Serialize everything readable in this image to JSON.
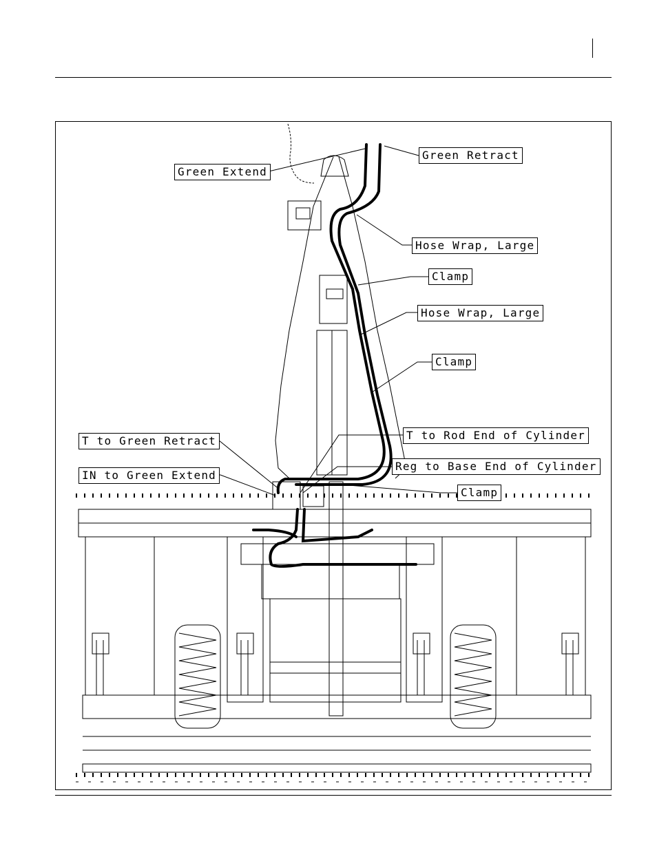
{
  "callouts": {
    "green_extend": "Green Extend",
    "green_retract": "Green Retract",
    "hose_wrap_large_1": "Hose Wrap, Large",
    "clamp_1": "Clamp",
    "hose_wrap_large_2": "Hose Wrap, Large",
    "clamp_2": "Clamp",
    "t_to_green_retract": "T to Green Retract",
    "t_to_rod_end": "T to Rod End of Cylinder",
    "in_to_green_extend": "IN to Green Extend",
    "reg_to_base_end": "Reg to Base End of Cylinder",
    "clamp_3": "Clamp"
  },
  "colors": {
    "line": "#000000",
    "background": "#ffffff"
  }
}
